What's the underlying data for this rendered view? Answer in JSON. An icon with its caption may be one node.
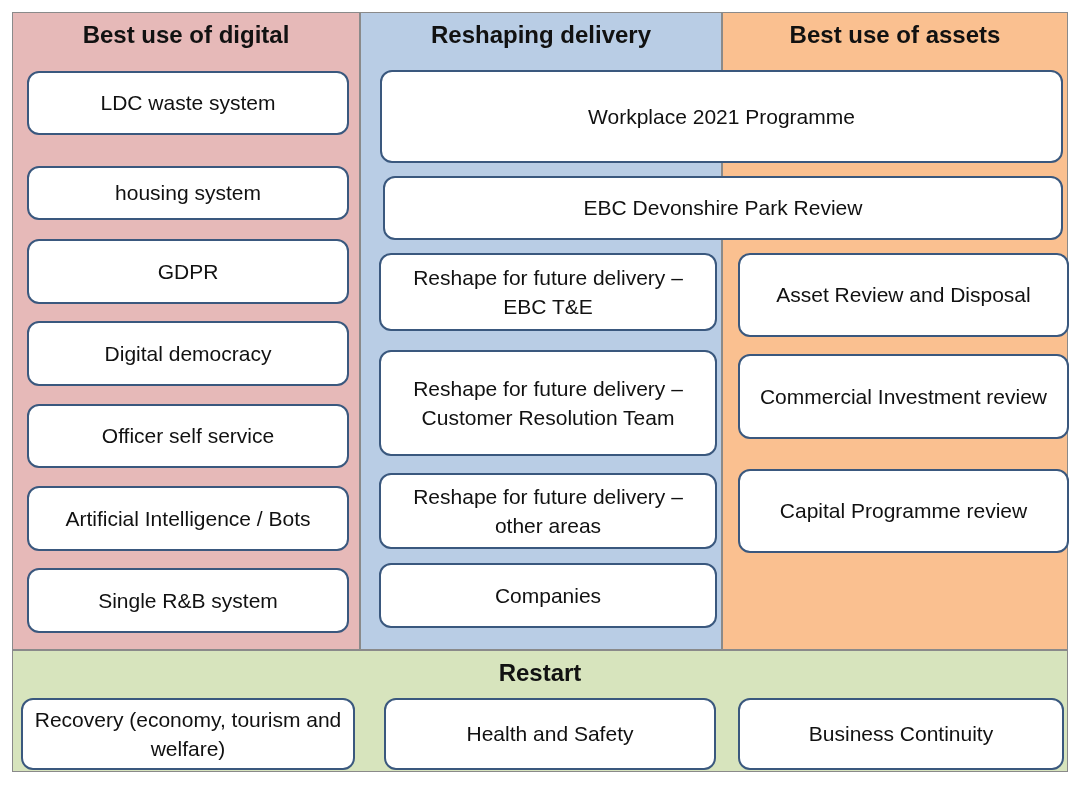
{
  "diagram": {
    "nodes": [
      {
        "text": [
          "Best use of digital"
        ]
      },
      {
        "text": [
          "LDC waste system"
        ],
        "in": 0
      },
      {
        "text": [
          "housing system"
        ],
        "in": 0
      },
      {
        "text": [
          "GDPR"
        ],
        "in": 0
      },
      {
        "text": [
          "Digital democracy"
        ],
        "in": 0
      },
      {
        "text": [
          "Officer self service"
        ],
        "in": 0
      },
      {
        "text": [
          "Artificial Intelligence / Bots"
        ],
        "in": 0
      },
      {
        "text": [
          "Single R&B system"
        ],
        "in": 0
      },
      {
        "text": [
          "Reshaping delivery"
        ]
      },
      {
        "text": [
          "Workplace 2021 Programme"
        ]
      },
      {
        "text": [
          "EBC Devonshire Park Review"
        ]
      },
      {
        "text": [
          "Reshape for future delivery – EBC T&E"
        ],
        "in": 8
      },
      {
        "text": [
          "Reshape for future delivery – Customer Resolution Team"
        ],
        "in": 8
      },
      {
        "text": [
          "Reshape for future delivery – other areas"
        ],
        "in": 8
      },
      {
        "text": [
          "Companies"
        ],
        "in": 8
      },
      {
        "text": [
          "Best use of assets"
        ]
      },
      {
        "text": [
          "Asset Review and Disposal"
        ],
        "in": 15
      },
      {
        "text": [
          "Commercial Investment review"
        ],
        "in": 15
      },
      {
        "text": [
          "Capital Programme review"
        ],
        "in": 15
      },
      {
        "text": [
          "Restart"
        ]
      },
      {
        "text": [
          "Recovery (economy, tourism and welfare)"
        ],
        "in": 19
      },
      {
        "text": [
          "Health and Safety"
        ],
        "in": 19
      },
      {
        "text": [
          "Business Continuity"
        ],
        "in": 19
      }
    ]
  }
}
